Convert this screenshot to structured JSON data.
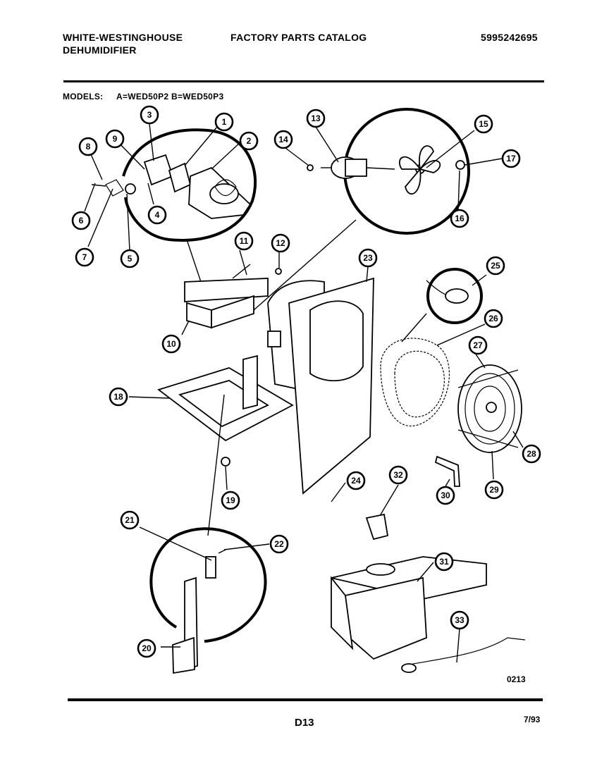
{
  "header": {
    "brand": "WHITE-WESTINGHOUSE",
    "product": "DEHUMIDIFIER",
    "catalog_title": "FACTORY PARTS CATALOG",
    "catalog_number": "5995242695"
  },
  "models": {
    "label": "MODELS:",
    "list": "A=WED50P2  B=WED50P3"
  },
  "callouts": [
    "1",
    "2",
    "3",
    "4",
    "5",
    "6",
    "7",
    "8",
    "9",
    "10",
    "11",
    "12",
    "13",
    "14",
    "15",
    "16",
    "17",
    "18",
    "19",
    "20",
    "21",
    "22",
    "23",
    "24",
    "25",
    "26",
    "27",
    "28",
    "29",
    "30",
    "31",
    "32",
    "33"
  ],
  "diagram_code": "0213",
  "footer": {
    "page": "D13",
    "date": "7/93"
  }
}
